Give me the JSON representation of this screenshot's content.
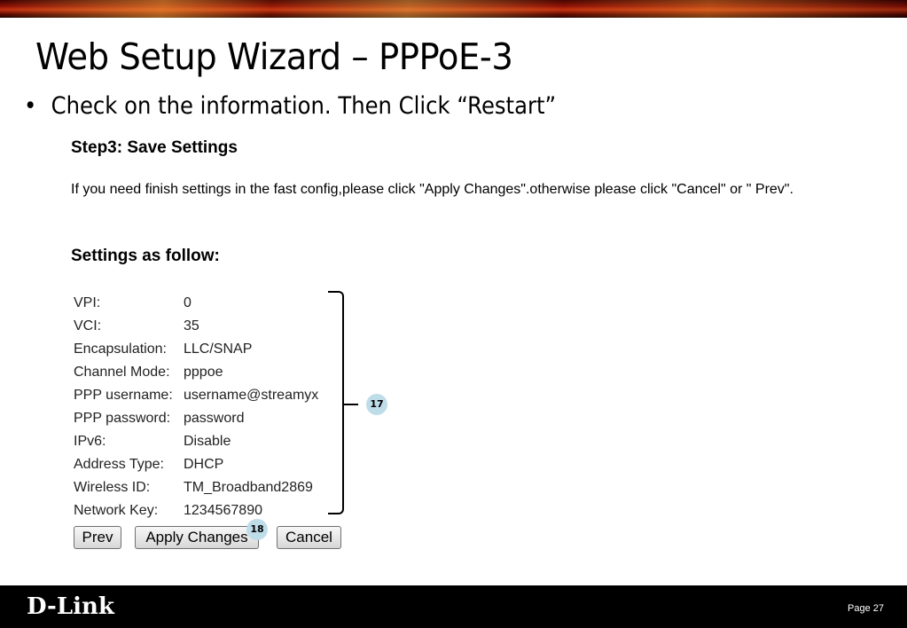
{
  "slide": {
    "title": "Web Setup Wizard – PPPoE-3",
    "bullet_marker": "•",
    "bullet_text": "Check on the information. Then Click “Restart”"
  },
  "wizard": {
    "step_title": "Step3: Save Settings",
    "instruction": "If you need finish settings in the fast config,please click \"Apply Changes\".otherwise please click \"Cancel\" or \" Prev\".",
    "section_title": "Settings as follow:",
    "settings": [
      {
        "label": "VPI:",
        "value": "0"
      },
      {
        "label": "VCI:",
        "value": "35"
      },
      {
        "label": "Encapsulation:",
        "value": "LLC/SNAP"
      },
      {
        "label": "Channel Mode:",
        "value": "pppoe"
      },
      {
        "label": "PPP username:",
        "value": "username@streamyx"
      },
      {
        "label": "PPP password:",
        "value": "password"
      },
      {
        "label": "IPv6:",
        "value": "Disable"
      },
      {
        "label": "Address Type:",
        "value": "DHCP"
      },
      {
        "label": "Wireless ID:",
        "value": "TM_Broadband2869"
      },
      {
        "label": "Network Key:",
        "value": "1234567890"
      }
    ],
    "buttons": {
      "prev_label": "Prev",
      "apply_label": "Apply Changes",
      "cancel_label": "Cancel"
    }
  },
  "callouts": {
    "settings_marker": "17",
    "apply_marker": "18",
    "color": "#bfdde9"
  },
  "footer": {
    "brand": "D-Link",
    "page": "Page 27"
  },
  "colors": {
    "banner": "#a01a08",
    "footer": "#000000"
  }
}
